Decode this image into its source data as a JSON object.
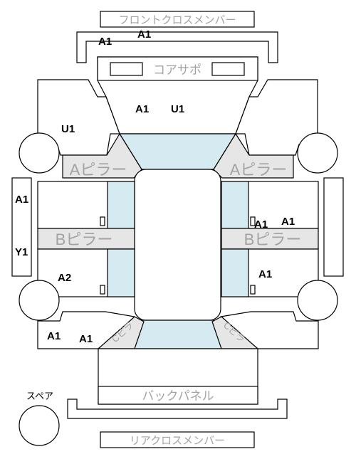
{
  "labels": {
    "front_cross_member": "フロントクロスメンバー",
    "core_support": "コアサポ",
    "a_pillar_left": "Aピラー",
    "a_pillar_right": "Aピラー",
    "b_pillar_left": "Bピラー",
    "b_pillar_right": "Bピラー",
    "c_pillar_left": "Cピラ",
    "c_pillar_right": "Cピラ",
    "back_panel": "バックパネル",
    "rear_cross_member": "リアクロスメンバー",
    "spare": "スペア"
  },
  "codes": {
    "front_member_left": "A1",
    "front_member_right": "A1",
    "hood_a1": "A1",
    "hood_u1": "U1",
    "left_fender": "U1",
    "left_side_a1": "A1",
    "left_side_y1": "Y1",
    "left_rear_door": "A2",
    "left_quarter_a": "A1",
    "left_quarter_b": "A1",
    "right_front_door_a": "A1",
    "right_front_door_b": "A1",
    "right_rear_door": "A1"
  },
  "colors": {
    "stroke": "#000000",
    "glass": "#d6ebf1",
    "pillar_band": "#e6e6e6",
    "label_gray": "#a3a3a3"
  }
}
